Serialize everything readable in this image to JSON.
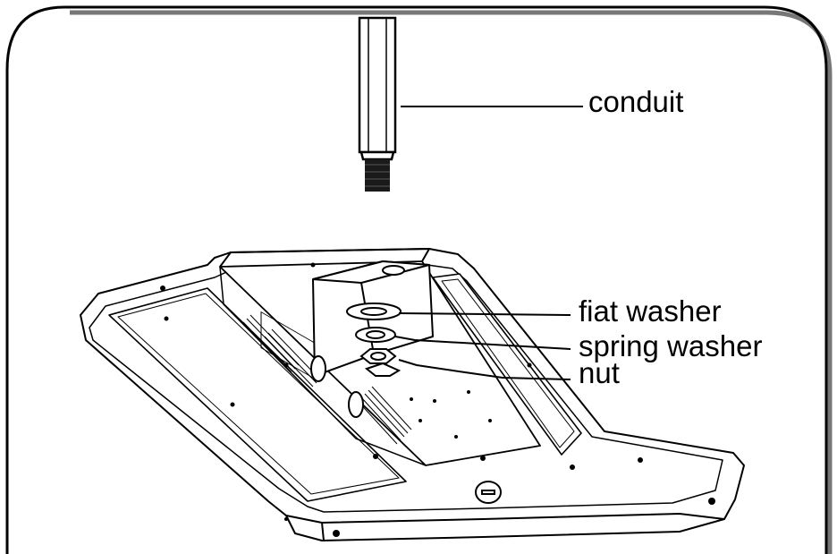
{
  "labels": {
    "conduit": "conduit",
    "flat_washer": "fiat washer",
    "spring_washer": "spring washer",
    "nut": "nut"
  },
  "colors": {
    "line": "#000000",
    "background": "#ffffff",
    "frame_shadow": "#111111",
    "thread": "#1a1a1a"
  }
}
